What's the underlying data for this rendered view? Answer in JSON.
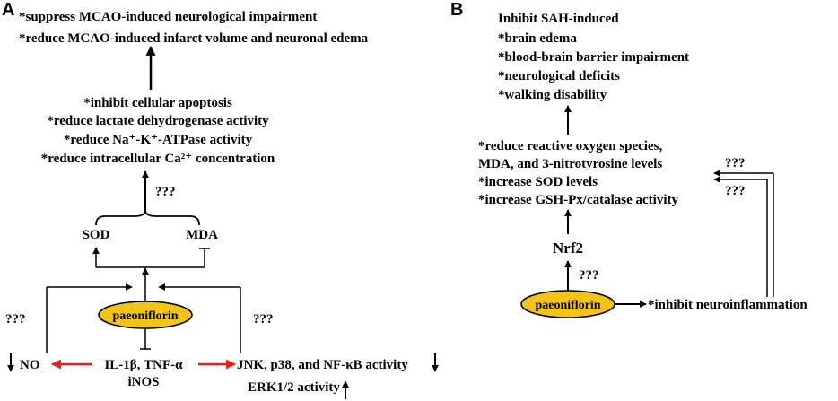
{
  "panel_a": {
    "letter": "A",
    "outcomes": [
      "*suppress MCAO-induced neurological impairment",
      "*reduce MCAO-induced infarct volume and neuronal edema"
    ],
    "effects": [
      "*inhibit cellular apoptosis",
      "*reduce lactate dehydrogenase activity",
      "*reduce Na⁺-K⁺-ATPase activity",
      "*reduce intracellular Ca²⁺ concentration"
    ],
    "unknown_top": "???",
    "sod": "SOD",
    "mda": "MDA",
    "drug": "paeoniflorin",
    "unknown_left": "???",
    "unknown_right": "???",
    "no": "NO",
    "cytokines_line1": "IL-1β, TNF-α",
    "cytokines_line2": "iNOS",
    "kinases": "JNK, p38, and NF-κB activity",
    "erk": "ERK1/2 activity"
  },
  "panel_b": {
    "letter": "B",
    "outcomes": [
      "Inhibit SAH-induced",
      "*brain edema",
      "*blood-brain barrier impairment",
      "*neurological deficits",
      "*walking disability"
    ],
    "effects": [
      "*reduce reactive oxygen species,",
      "MDA, and 3-nitrotyrosine levels",
      "*increase SOD levels",
      "*increase GSH-Px/catalase activity"
    ],
    "unknown_top": "???",
    "unknown_bottom": "???",
    "nrf2": "Nrf2",
    "unknown_nrf2": "???",
    "drug": "paeoniflorin",
    "neuro": "*inhibit neuroinflammation"
  },
  "colors": {
    "ellipse_fill": "#f2c418",
    "red_arrow": "#e3201b",
    "line": "#000000"
  }
}
